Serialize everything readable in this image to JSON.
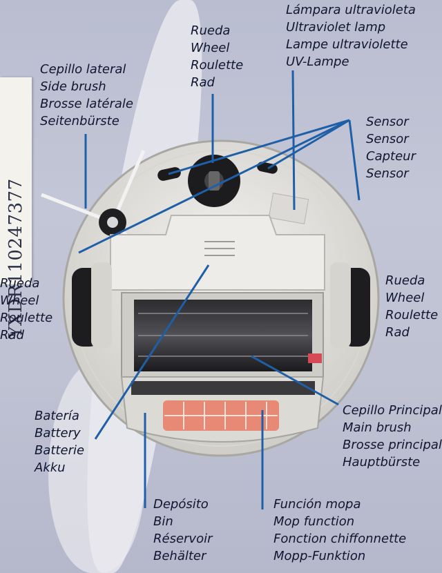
{
  "sticker": {
    "code": "YXDR110247377"
  },
  "labels": {
    "uv_lamp": [
      "Lámpara ultravioleta",
      "Ultraviolet lamp",
      "Lampe ultraviolette",
      "UV-Lampe"
    ],
    "wheel_top": [
      "Rueda",
      "Wheel",
      "Roulette",
      "Rad"
    ],
    "side_brush": [
      "Cepillo lateral",
      "Side brush",
      "Brosse latérale",
      "Seitenbürste"
    ],
    "sensor": [
      "Sensor",
      "Sensor",
      "Capteur",
      "Sensor"
    ],
    "wheel_left": [
      "Rueda",
      "Wheel",
      "Roulette",
      "Rad"
    ],
    "wheel_right": [
      "Rueda",
      "Wheel",
      "Roulette",
      "Rad"
    ],
    "battery": [
      "Batería",
      "Battery",
      "Batterie",
      "Akku"
    ],
    "main_brush": [
      "Cepillo Principal",
      "Main brush",
      "Brosse principale",
      "Hauptbürste"
    ],
    "bin": [
      "Depósito",
      "Bin",
      "Réservoir",
      "Behälter"
    ],
    "mop": [
      "Función mopa",
      "Mop function",
      "Fonction chiffonnette",
      "Mopp-Funktion"
    ]
  },
  "colors": {
    "leader_line": "#1f5fa8",
    "text": "#0f1630",
    "robot_body": "#e8e6e2",
    "mop_pad": "#e9806a"
  }
}
